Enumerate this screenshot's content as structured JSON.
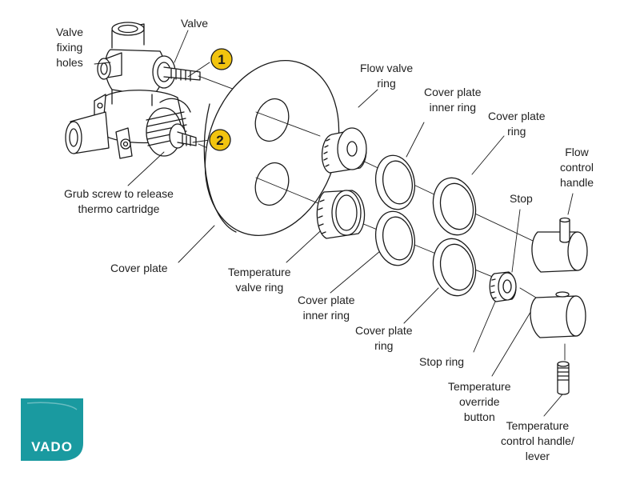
{
  "brand": {
    "logo_text": "VADO",
    "logo_color": "#1a9aa0"
  },
  "badges": [
    {
      "number": "1"
    },
    {
      "number": "2"
    }
  ],
  "badge_color": "#f2c40f",
  "labels": {
    "valve": [
      "Valve"
    ],
    "valve_fixing_holes": [
      "Valve",
      "fixing",
      "holes"
    ],
    "flow_valve_ring": [
      "Flow valve",
      "ring"
    ],
    "cover_plate_inner_ring_top": [
      "Cover plate",
      "inner ring"
    ],
    "cover_plate_ring_top": [
      "Cover plate",
      "ring"
    ],
    "flow_control_handle": [
      "Flow",
      "control",
      "handle"
    ],
    "stop": [
      "Stop"
    ],
    "grub_screw": [
      "Grub screw to release",
      "thermo cartridge"
    ],
    "cover_plate": [
      "Cover plate"
    ],
    "temperature_valve_ring": [
      "Temperature",
      "valve ring"
    ],
    "cover_plate_inner_ring_bottom": [
      "Cover plate",
      "inner ring"
    ],
    "cover_plate_ring_bottom": [
      "Cover plate",
      "ring"
    ],
    "stop_ring": [
      "Stop ring"
    ],
    "temperature_override_button": [
      "Temperature",
      "override",
      "button"
    ],
    "temperature_control_handle": [
      "Temperature",
      "control handle/",
      "lever"
    ]
  }
}
